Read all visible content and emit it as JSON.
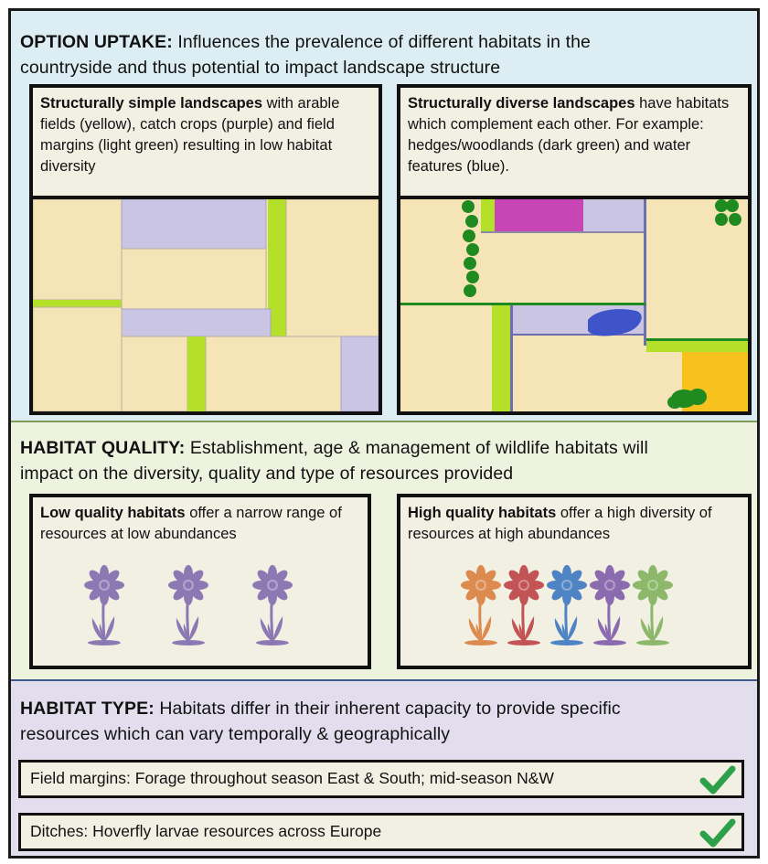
{
  "option_uptake": {
    "title": "OPTION UPTAKE:",
    "line1": " Influences the prevalence of different habitats in the",
    "line2": "countryside and thus potential to impact landscape structure",
    "simple": {
      "bold": "Structurally simple landscapes",
      "rest": " with arable fields (yellow), catch crops (purple) and field margins (light green) resulting in low habitat diversity"
    },
    "diverse": {
      "bold": "Structurally diverse landscapes",
      "rest": " have habitats which complement each other. For example: hedges/woodlands (dark green) and water features (blue)."
    }
  },
  "habitat_quality": {
    "title": "HABITAT QUALITY:",
    "line1": " Establishment, age & management of wildlife habitats will",
    "line2": "impact on the diversity, quality and type of resources provided",
    "low": {
      "bold": "Low quality habitats",
      "rest": " offer a narrow range of resources at low abundances"
    },
    "high": {
      "bold": "High quality habitats",
      "rest": " offer a high diversity of resources at high abundances"
    }
  },
  "habitat_type": {
    "title": "HABITAT TYPE:",
    "line1": " Habitats differ in their inherent capacity to provide specific",
    "line2": "resources which can vary temporally & geographically",
    "rows": [
      {
        "text": "Field margins: Forage throughout season East & South; mid-season N&W",
        "checked": true
      },
      {
        "text": "Ditches: Hoverfly larvae resources across Europe",
        "checked": true
      }
    ]
  },
  "colors": {
    "arable_yellow": "#f5e4b6",
    "catch_crop_purple": "#cbc5e4",
    "margin_light_green": "#b5e02a",
    "hedge_dark_green": "#1f8a1f",
    "water_blue": "#3f54c8",
    "magenta_crop": "#c845b5",
    "orange_field": "#f7c21d",
    "check_green": "#2ca14a",
    "low_flower_purple": "#8c79b4",
    "high_flowers": [
      "#dd8a4e",
      "#c25455",
      "#4f84c4",
      "#8a6bb0",
      "#8db86b"
    ]
  },
  "icons": [
    "checkmark-icon",
    "flower-icon"
  ]
}
